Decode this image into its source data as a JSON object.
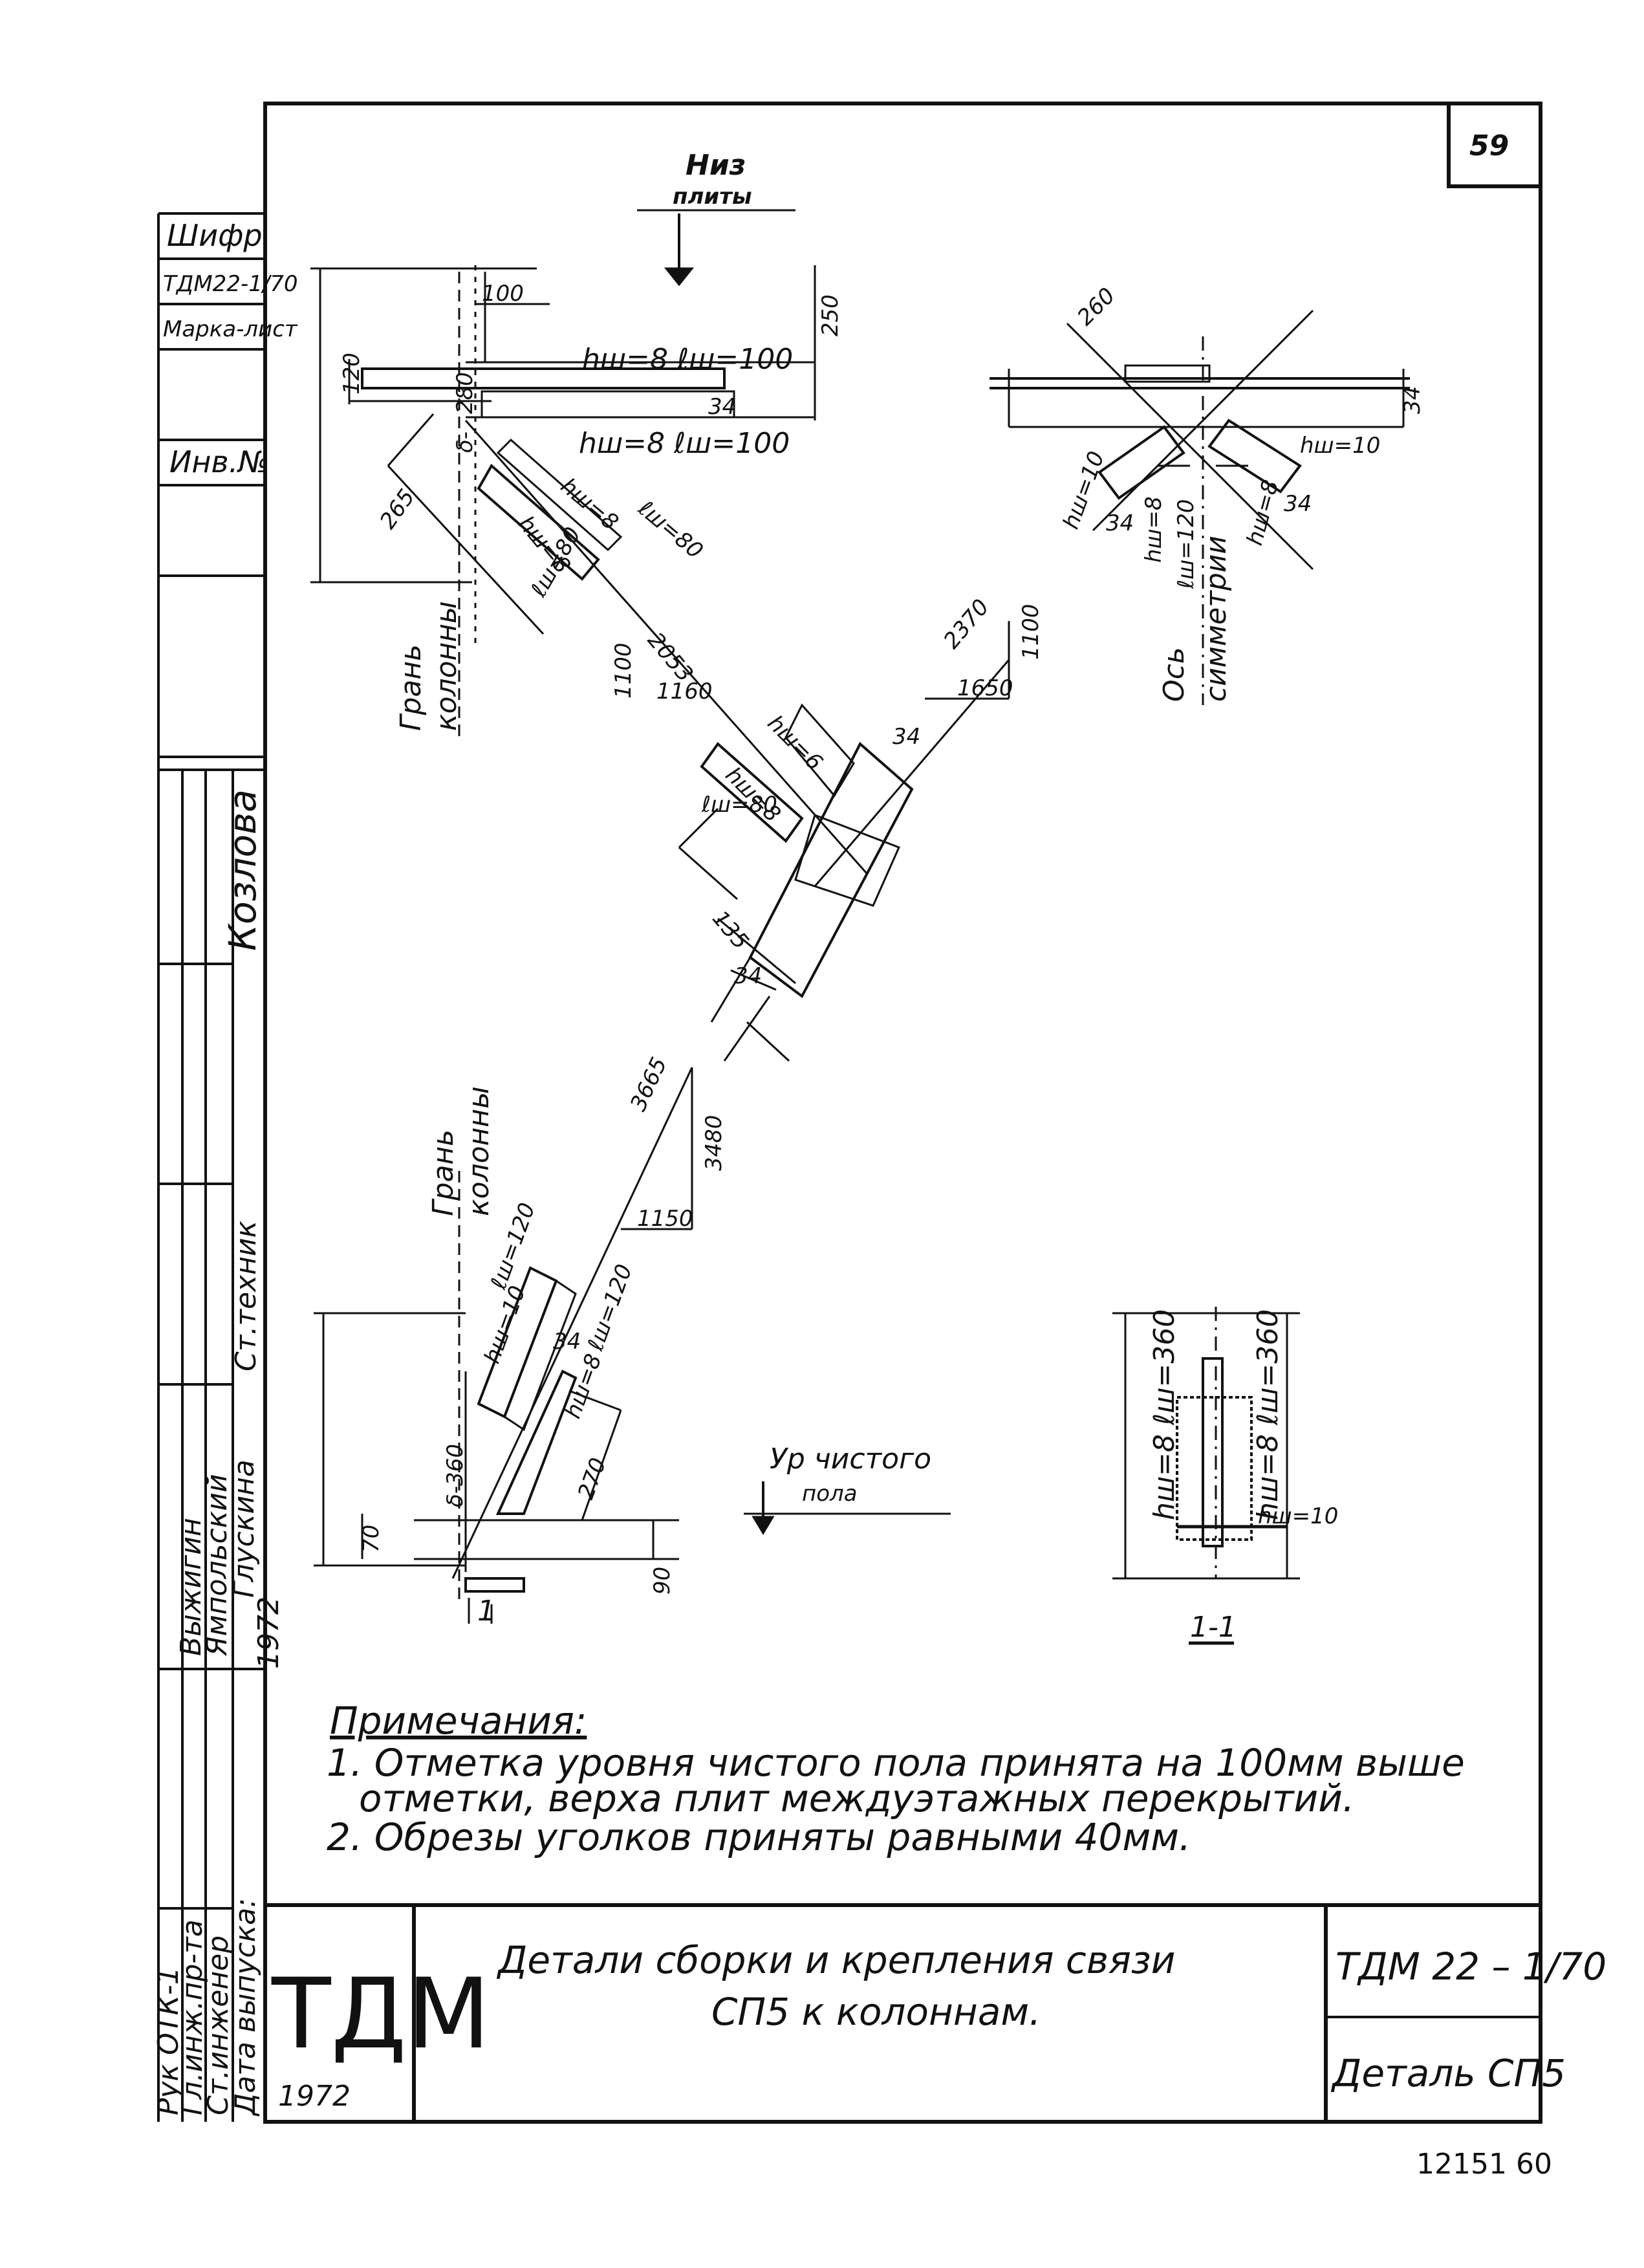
{
  "sheet": {
    "number": "59",
    "footer": "12151   60"
  },
  "stamp_column": {
    "cipher_label": "Шифр",
    "cipher_value": "ТДМ22-1/70",
    "mark_sheet_label": "Марка-лист",
    "inv_label": "Инв.№",
    "names": [
      "Козлова",
      "Выжигин",
      "Ямпольский",
      "Глускина"
    ],
    "year": "1972",
    "roles": [
      "Ст.техник",
      "Рук ОТК-1",
      "Гл.инж.пр-та",
      "Ст.инженер",
      "Дата выпуска:"
    ]
  },
  "top_left": {
    "slab_label_1": "Низ",
    "slab_label_2": "плиты",
    "dims": [
      "100",
      "250",
      "120",
      "280",
      "265",
      "34",
      "2053",
      "1100",
      "1160",
      "135",
      "34",
      "34",
      "2370",
      "1100",
      "1650"
    ],
    "welds": [
      "hш=8  ℓш=100",
      "hш=8  ℓш=100",
      "hш=8",
      "ℓш=80",
      "hш=8",
      "ℓш=80",
      "hш=6",
      "hш=8",
      "ℓш=80"
    ],
    "plate": "δ-",
    "face_label_1": "Грань",
    "face_label_2": "колонны"
  },
  "top_right": {
    "dims": [
      "260",
      "34",
      "34",
      "34"
    ],
    "welds": [
      "hш=10",
      "hш=10",
      "hш=8",
      "ℓш=120",
      "hш=8"
    ],
    "axis_label_1": "Ось",
    "axis_label_2": "симметрии"
  },
  "bottom_left": {
    "face_label_1": "Грань",
    "face_label_2": "колонны",
    "dims": [
      "3665",
      "3480",
      "1150",
      "34",
      "270",
      "70",
      "90"
    ],
    "welds": [
      "ℓш=120",
      "ℓш=120",
      "hш=10",
      "hш=8"
    ],
    "plate": "δ-360",
    "section_mark": "1",
    "floor_label_1": "Ур чистого",
    "floor_label_2": "пола"
  },
  "section": {
    "welds": [
      "hш=8  ℓш=360",
      "hш=8  ℓш=360",
      "hш=10"
    ],
    "title": "1-1"
  },
  "notes": {
    "title": "Примечания:",
    "lines": [
      "1.  Отметка  уровня  чистого  пола  принята  на  100мм  выше",
      "отметки,  верха  плит  междуэтажных  перекрытий.",
      "2.  Обрезы  уголков  приняты  равными  40мм."
    ]
  },
  "title_block": {
    "logo": "ТДМ",
    "year": "1972",
    "title_line_1": "Детали   сборки  и  крепления  связи",
    "title_line_2": "СП5  к  колоннам.",
    "code": "ТДМ 22 – 1/70",
    "detail": "Деталь СП5"
  }
}
